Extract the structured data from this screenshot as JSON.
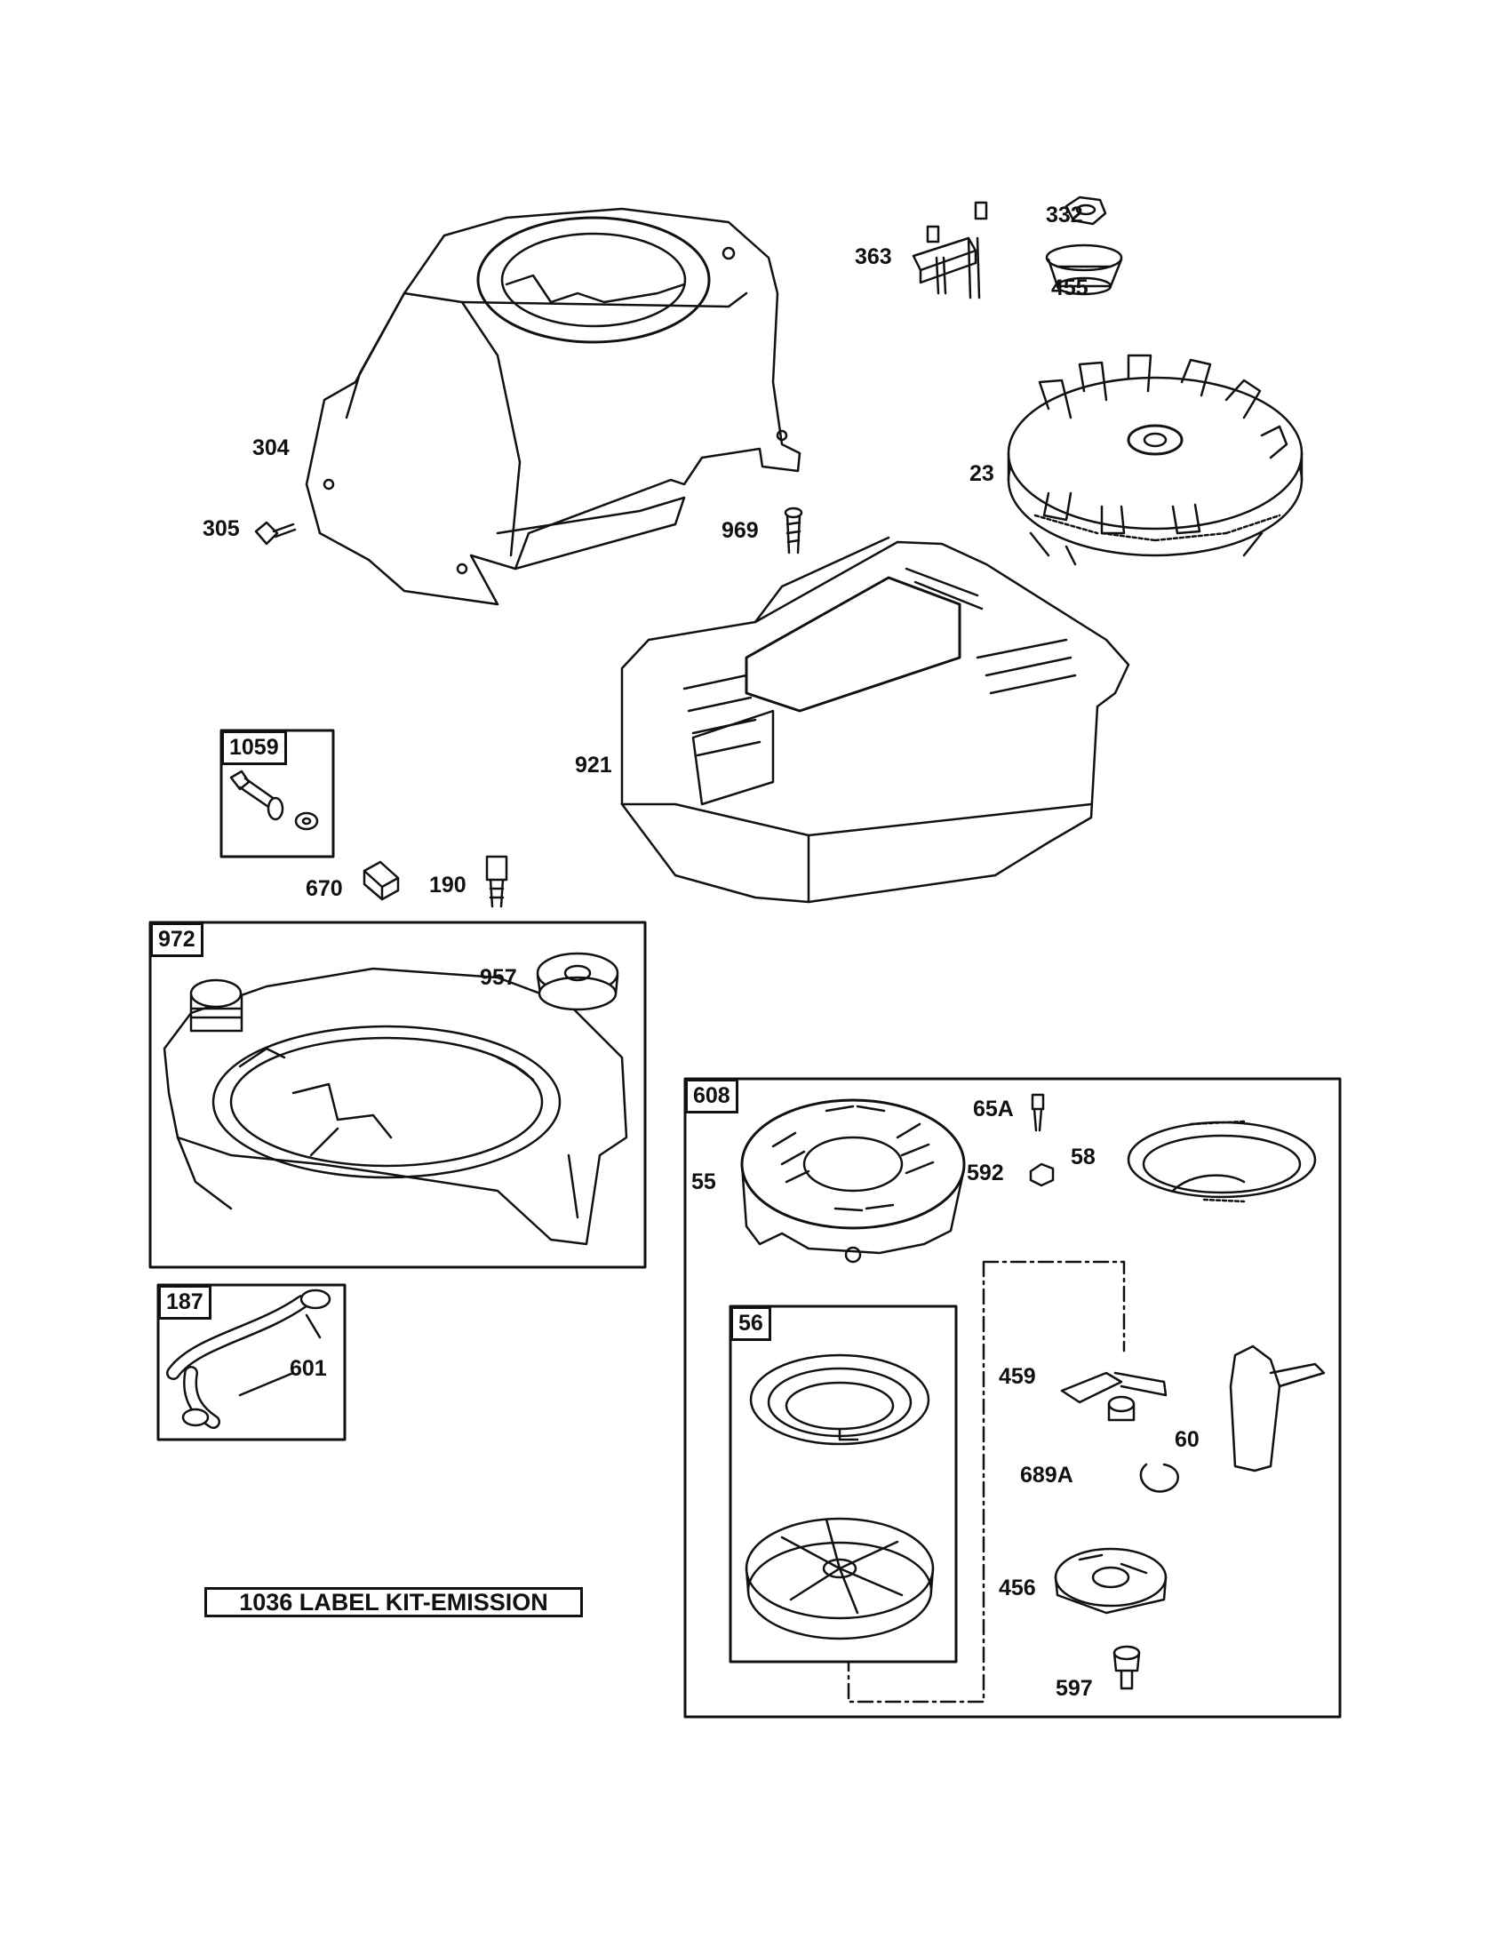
{
  "callouts": {
    "c304": "304",
    "c305": "305",
    "c363": "363",
    "c332": "332",
    "c455": "455",
    "c23": "23",
    "c969": "969",
    "c921": "921",
    "c1059": "1059",
    "c670": "670",
    "c190": "190",
    "c972": "972",
    "c957": "957",
    "c187": "187",
    "c601": "601",
    "c608": "608",
    "c65a": "65A",
    "c58": "58",
    "c55": "55",
    "c592": "592",
    "c56": "56",
    "c459": "459",
    "c60": "60",
    "c689a": "689A",
    "c456": "456",
    "c597": "597"
  },
  "kit_label": "1036 LABEL KIT-EMISSION"
}
